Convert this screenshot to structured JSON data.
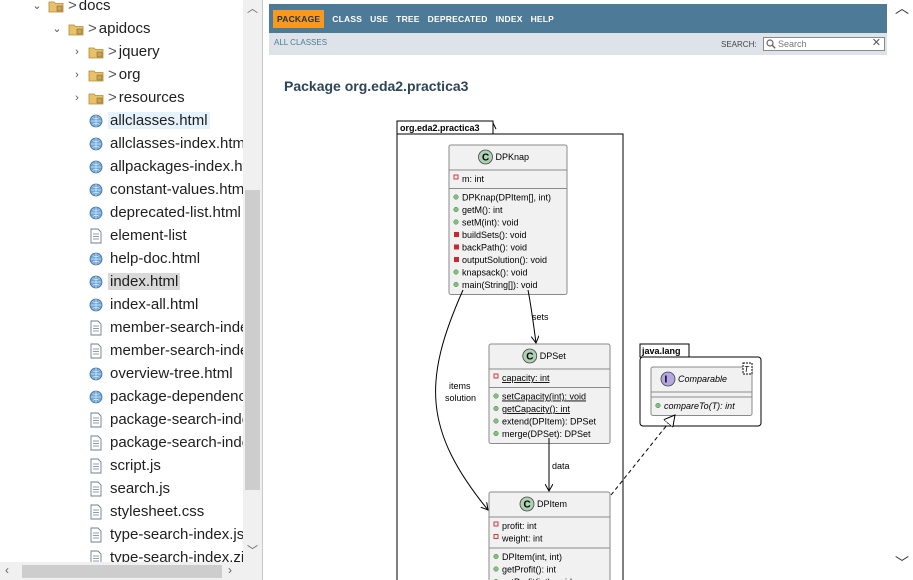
{
  "tree": {
    "items": [
      {
        "label": "docs",
        "prefix": "> ",
        "type": "folder",
        "level": 0,
        "expanded": true,
        "highlight": ""
      },
      {
        "label": "apidocs",
        "prefix": "> ",
        "type": "folder",
        "level": 1,
        "expanded": true,
        "highlight": ""
      },
      {
        "label": "jquery",
        "prefix": "> ",
        "type": "folder",
        "level": 2,
        "expanded": false,
        "highlight": ""
      },
      {
        "label": "org",
        "prefix": "> ",
        "type": "folder",
        "level": 2,
        "expanded": false,
        "highlight": ""
      },
      {
        "label": "resources",
        "prefix": "> ",
        "type": "folder",
        "level": 2,
        "expanded": false,
        "highlight": ""
      },
      {
        "label": "allclasses.html",
        "prefix": "",
        "type": "web",
        "level": 2,
        "highlight": "blue"
      },
      {
        "label": "allclasses-index.html",
        "prefix": "",
        "type": "web",
        "level": 2,
        "highlight": ""
      },
      {
        "label": "allpackages-index.ht",
        "prefix": "",
        "type": "web",
        "level": 2,
        "highlight": ""
      },
      {
        "label": "constant-values.html",
        "prefix": "",
        "type": "web",
        "level": 2,
        "highlight": ""
      },
      {
        "label": "deprecated-list.html",
        "prefix": "",
        "type": "web",
        "level": 2,
        "highlight": ""
      },
      {
        "label": "element-list",
        "prefix": "",
        "type": "file",
        "level": 2,
        "highlight": ""
      },
      {
        "label": "help-doc.html",
        "prefix": "",
        "type": "web",
        "level": 2,
        "highlight": ""
      },
      {
        "label": "index.html",
        "prefix": "",
        "type": "web",
        "level": 2,
        "highlight": "gray"
      },
      {
        "label": "index-all.html",
        "prefix": "",
        "type": "web",
        "level": 2,
        "highlight": ""
      },
      {
        "label": "member-search-inde",
        "prefix": "",
        "type": "file",
        "level": 2,
        "highlight": ""
      },
      {
        "label": "member-search-inde",
        "prefix": "",
        "type": "file",
        "level": 2,
        "highlight": ""
      },
      {
        "label": "overview-tree.html",
        "prefix": "",
        "type": "web",
        "level": 2,
        "highlight": ""
      },
      {
        "label": "package-dependenc",
        "prefix": "",
        "type": "web",
        "level": 2,
        "highlight": ""
      },
      {
        "label": "package-search-inde",
        "prefix": "",
        "type": "file",
        "level": 2,
        "highlight": ""
      },
      {
        "label": "package-search-inde",
        "prefix": "",
        "type": "file",
        "level": 2,
        "highlight": ""
      },
      {
        "label": "script.js",
        "prefix": "",
        "type": "file",
        "level": 2,
        "highlight": ""
      },
      {
        "label": "search.js",
        "prefix": "",
        "type": "file",
        "level": 2,
        "highlight": ""
      },
      {
        "label": "stylesheet.css",
        "prefix": "",
        "type": "file",
        "level": 2,
        "highlight": ""
      },
      {
        "label": "type-search-index.js",
        "prefix": "",
        "type": "file",
        "level": 2,
        "highlight": ""
      },
      {
        "label": "type-search-index.zi",
        "prefix": "",
        "type": "file",
        "level": 2,
        "highlight": ""
      }
    ]
  },
  "nav": {
    "items": [
      "PACKAGE",
      "CLASS",
      "USE",
      "TREE",
      "DEPRECATED",
      "INDEX",
      "HELP"
    ],
    "active": "PACKAGE",
    "all_classes": "ALL CLASSES",
    "search_label": "SEARCH:",
    "search_placeholder": "Search"
  },
  "page": {
    "title": "Package org.eda2.practica3"
  },
  "diagram": {
    "package_tab": "org.eda2.practica3",
    "classes": {
      "dpknap": {
        "name": "DPKnap",
        "fields": [
          "m: int"
        ],
        "methods": [
          {
            "text": "DPKnap(DPItem[], int)",
            "vis": "public"
          },
          {
            "text": "getM(): int",
            "vis": "public"
          },
          {
            "text": "setM(int): void",
            "vis": "public"
          },
          {
            "text": "buildSets(): void",
            "vis": "private"
          },
          {
            "text": "backPath(): void",
            "vis": "private"
          },
          {
            "text": "outputSolution(): void",
            "vis": "private"
          },
          {
            "text": "knapsack(): void",
            "vis": "public"
          },
          {
            "text": "main(String[]): void",
            "vis": "public"
          }
        ]
      },
      "dpset": {
        "name": "DPSet",
        "fields": [
          "capacity: int"
        ],
        "methods": [
          {
            "text": "setCapacity(int): void",
            "vis": "public"
          },
          {
            "text": "getCapacity(): int",
            "vis": "public"
          },
          {
            "text": "extend(DPItem): DPSet",
            "vis": "public"
          },
          {
            "text": "merge(DPSet): DPSet",
            "vis": "public"
          }
        ]
      },
      "dpitem": {
        "name": "DPItem",
        "fields": [
          "profit: int",
          "weight: int"
        ],
        "methods": [
          {
            "text": "DPItem(int, int)",
            "vis": "public"
          },
          {
            "text": "getProfit(): int",
            "vis": "public"
          },
          {
            "text": "setProfit(int): void",
            "vis": "public"
          }
        ]
      },
      "comparable": {
        "name": "Comparable",
        "type_param": "T",
        "methods": [
          {
            "text": "compareTo(T): int",
            "vis": "public"
          }
        ]
      }
    },
    "ext_package_tab": "java.lang",
    "edges": {
      "sets": "sets",
      "items_solution": [
        "items",
        "solution"
      ],
      "data": "data"
    },
    "stereotypes": {
      "class": "C",
      "interface": "I"
    }
  },
  "colors": {
    "nav_bg": "#4d7a97",
    "nav_active": "#f8981d",
    "subnav_bg": "#dee3e9",
    "class_bg": "#f1f1f1",
    "class_circle": "#add1b2",
    "interface_circle": "#b4a7e5",
    "public_dot": "#84be84",
    "private_sq": "#c82930"
  }
}
